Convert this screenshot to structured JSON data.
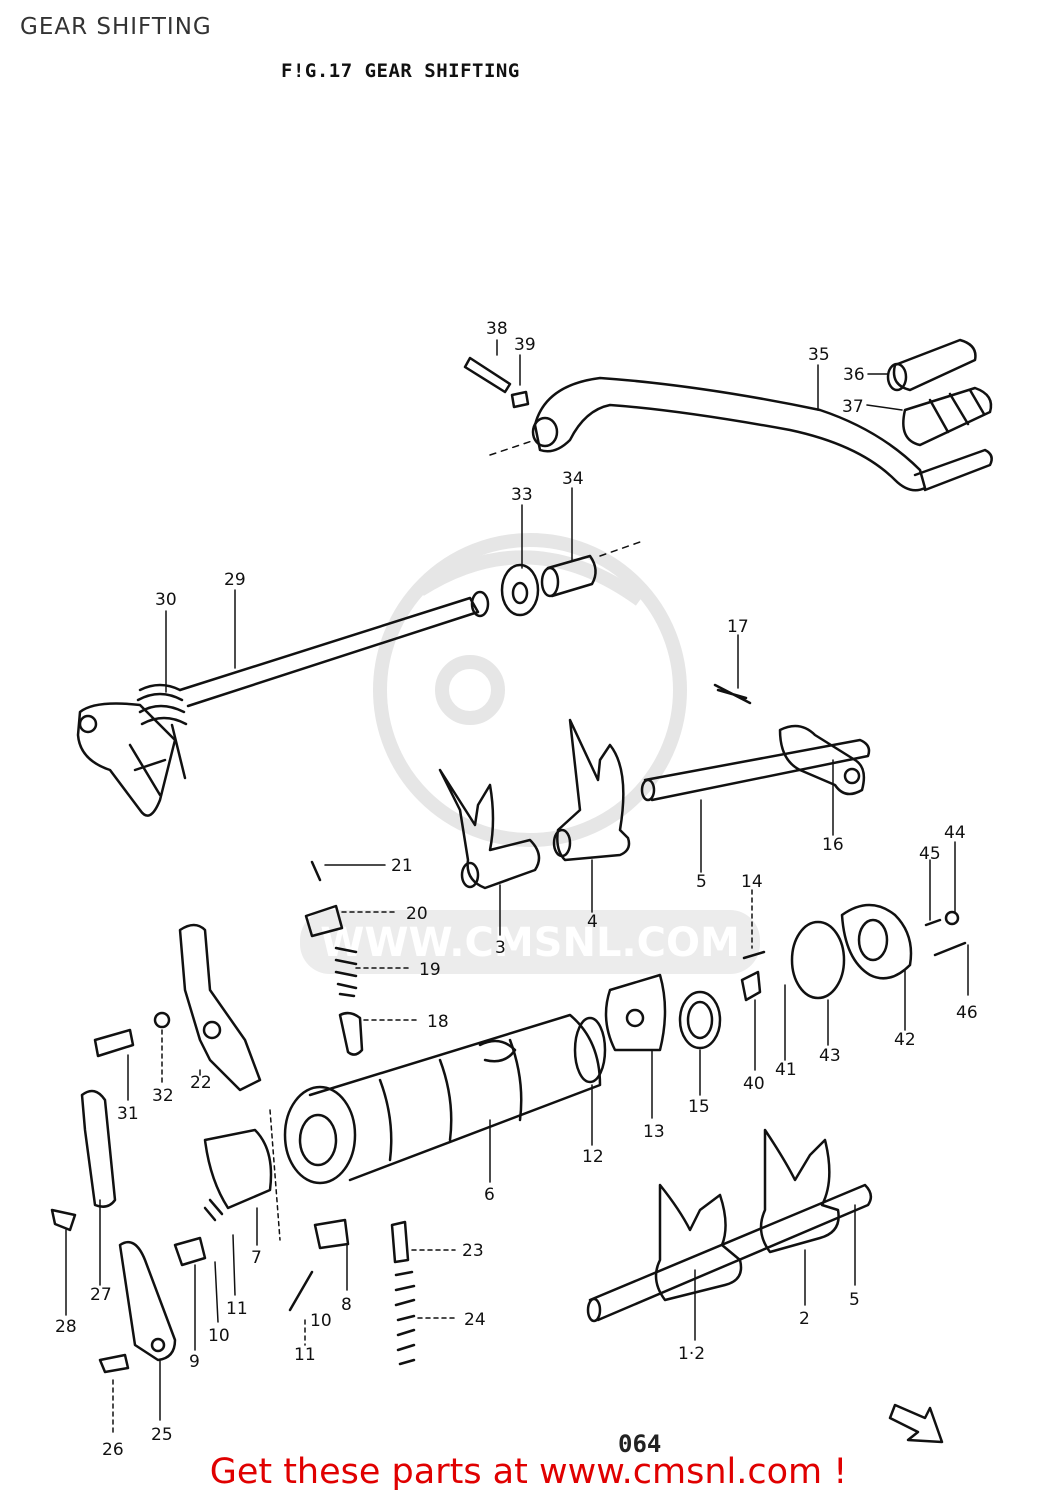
{
  "page_title": "GEAR SHIFTING",
  "figure_title": "F!G.17  GEAR SHIFTING",
  "watermark": "WWW.CMSNL.COM",
  "page_code": "064",
  "call_to_action": "Get these parts at www.cmsnl.com !",
  "colors": {
    "line": "#111111",
    "cta": "#e00000",
    "watermark": "#e3e3e3"
  },
  "part_labels": {
    "p38": "38",
    "p39": "39",
    "p35": "35",
    "p36": "36",
    "p37": "37",
    "p33": "33",
    "p34": "34",
    "p30": "30",
    "p29": "29",
    "p17": "17",
    "p16": "16",
    "p5a": "5",
    "p3": "3",
    "p4": "4",
    "p21": "21",
    "p20": "20",
    "p19": "19",
    "p18": "18",
    "p14": "14",
    "p45": "45",
    "p44": "44",
    "p46": "46",
    "p42": "42",
    "p43": "43",
    "p41": "41",
    "p40": "40",
    "p15": "15",
    "p13": "13",
    "p12": "12",
    "p6": "6",
    "p22": "22",
    "p31": "31",
    "p32": "32",
    "p7": "7",
    "p11a": "11",
    "p10a": "10",
    "p9": "9",
    "p27": "27",
    "p28": "28",
    "p26": "26",
    "p25": "25",
    "p8": "8",
    "p10b": "10",
    "p11b": "11",
    "p23": "23",
    "p24": "24",
    "p1": "1·2",
    "p2": "2",
    "p5b": "5"
  }
}
